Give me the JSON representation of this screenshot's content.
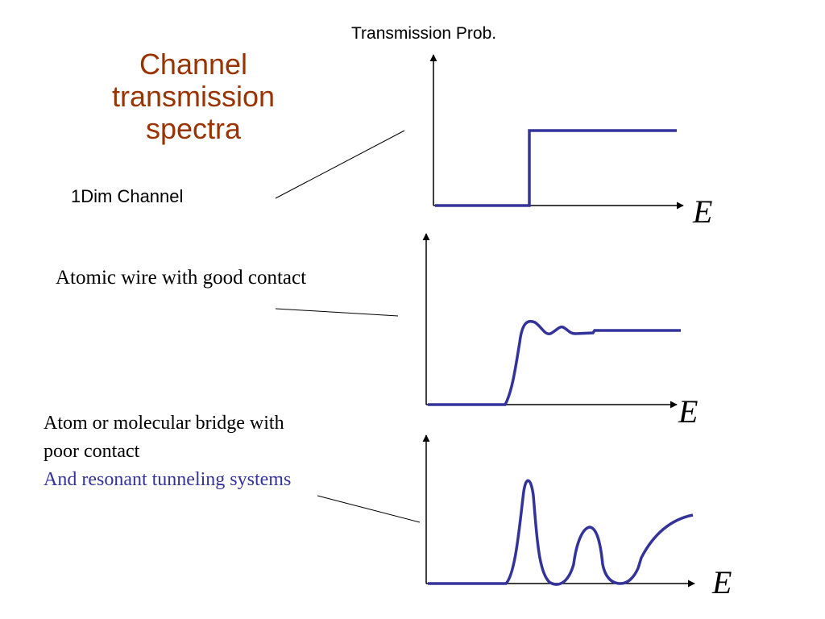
{
  "axis_title": "Transmission Prob.",
  "title": "Channel transmission spectra",
  "colors": {
    "title": "#993300",
    "curve": "#333399",
    "resonant_text": "#333399",
    "axis": "#000000"
  },
  "panels": [
    {
      "label": "1Dim Channel",
      "axis_label": "E",
      "curve": "step"
    },
    {
      "label": "Atomic wire with good contact",
      "axis_label": "E",
      "curve": "step-with-damped-oscillation"
    },
    {
      "label_lines": [
        "Atom or molecular bridge with",
        "poor contact"
      ],
      "label_secondary": "And resonant tunneling systems",
      "axis_label": "E",
      "curve": "resonant-peaks"
    }
  ]
}
